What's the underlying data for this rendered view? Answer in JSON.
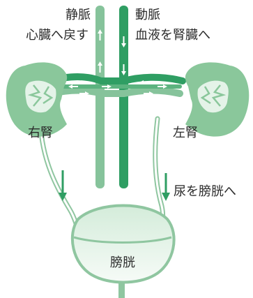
{
  "labels": {
    "vein_title": "静脈",
    "vein_desc": "心臓へ戻す",
    "artery_title": "動脈",
    "artery_desc": "血液を腎臓へ",
    "right_kidney": "右腎",
    "left_kidney": "左腎",
    "urine_flow": "尿を膀胱へ",
    "bladder": "膀胱"
  },
  "colors": {
    "artery": "#2f9e63",
    "vein": "#86c39b",
    "kidney": "#8ac79b",
    "kidney_inner": "#e4f3e8",
    "ureter": "#9fd0ad",
    "bladder_top": "#d8eedd",
    "bladder_bottom": "#f4fbf6",
    "arrow": "#2f9e63",
    "flow_arrow": "#ffffff"
  },
  "icons": {
    "downward_arrow": "down-arrow-icon",
    "upward_arrow": "up-arrow-icon"
  }
}
